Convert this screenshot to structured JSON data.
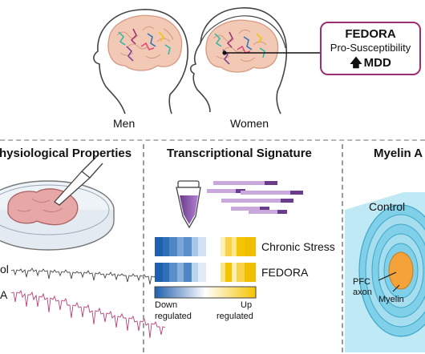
{
  "top": {
    "men_label": "Men",
    "women_label": "Women",
    "box": {
      "title": "FEDORA",
      "subtitle": "Pro-Susceptibility",
      "arrow": "🡅",
      "effect": "MDD"
    }
  },
  "panels": {
    "left": {
      "title": "hysiological Properties",
      "trace1_label": "ol",
      "trace2_label": "A"
    },
    "middle": {
      "title": "Transcriptional Signature",
      "row1_label": "Chronic Stress",
      "row2_label": "FEDORA",
      "scale_left_1": "Down",
      "scale_left_2": "regulated",
      "scale_right_1": "Up",
      "scale_right_2": "regulated"
    },
    "right": {
      "title": "Myelin A",
      "control_label": "Control",
      "axon_label_1": "PFC",
      "axon_label_2": "axon",
      "myelin_label": "Myelin"
    }
  },
  "colors": {
    "brand_magenta": "#9c2e74",
    "blue": "#2f6fb8",
    "yellow": "#f5c400",
    "purple": "#8a5aa8",
    "brain_pink": "#f2c9b4",
    "tissue": "#e7a7a7",
    "myelin_cyan": "#7fd0e8",
    "axon_orange": "#f4a23a"
  }
}
